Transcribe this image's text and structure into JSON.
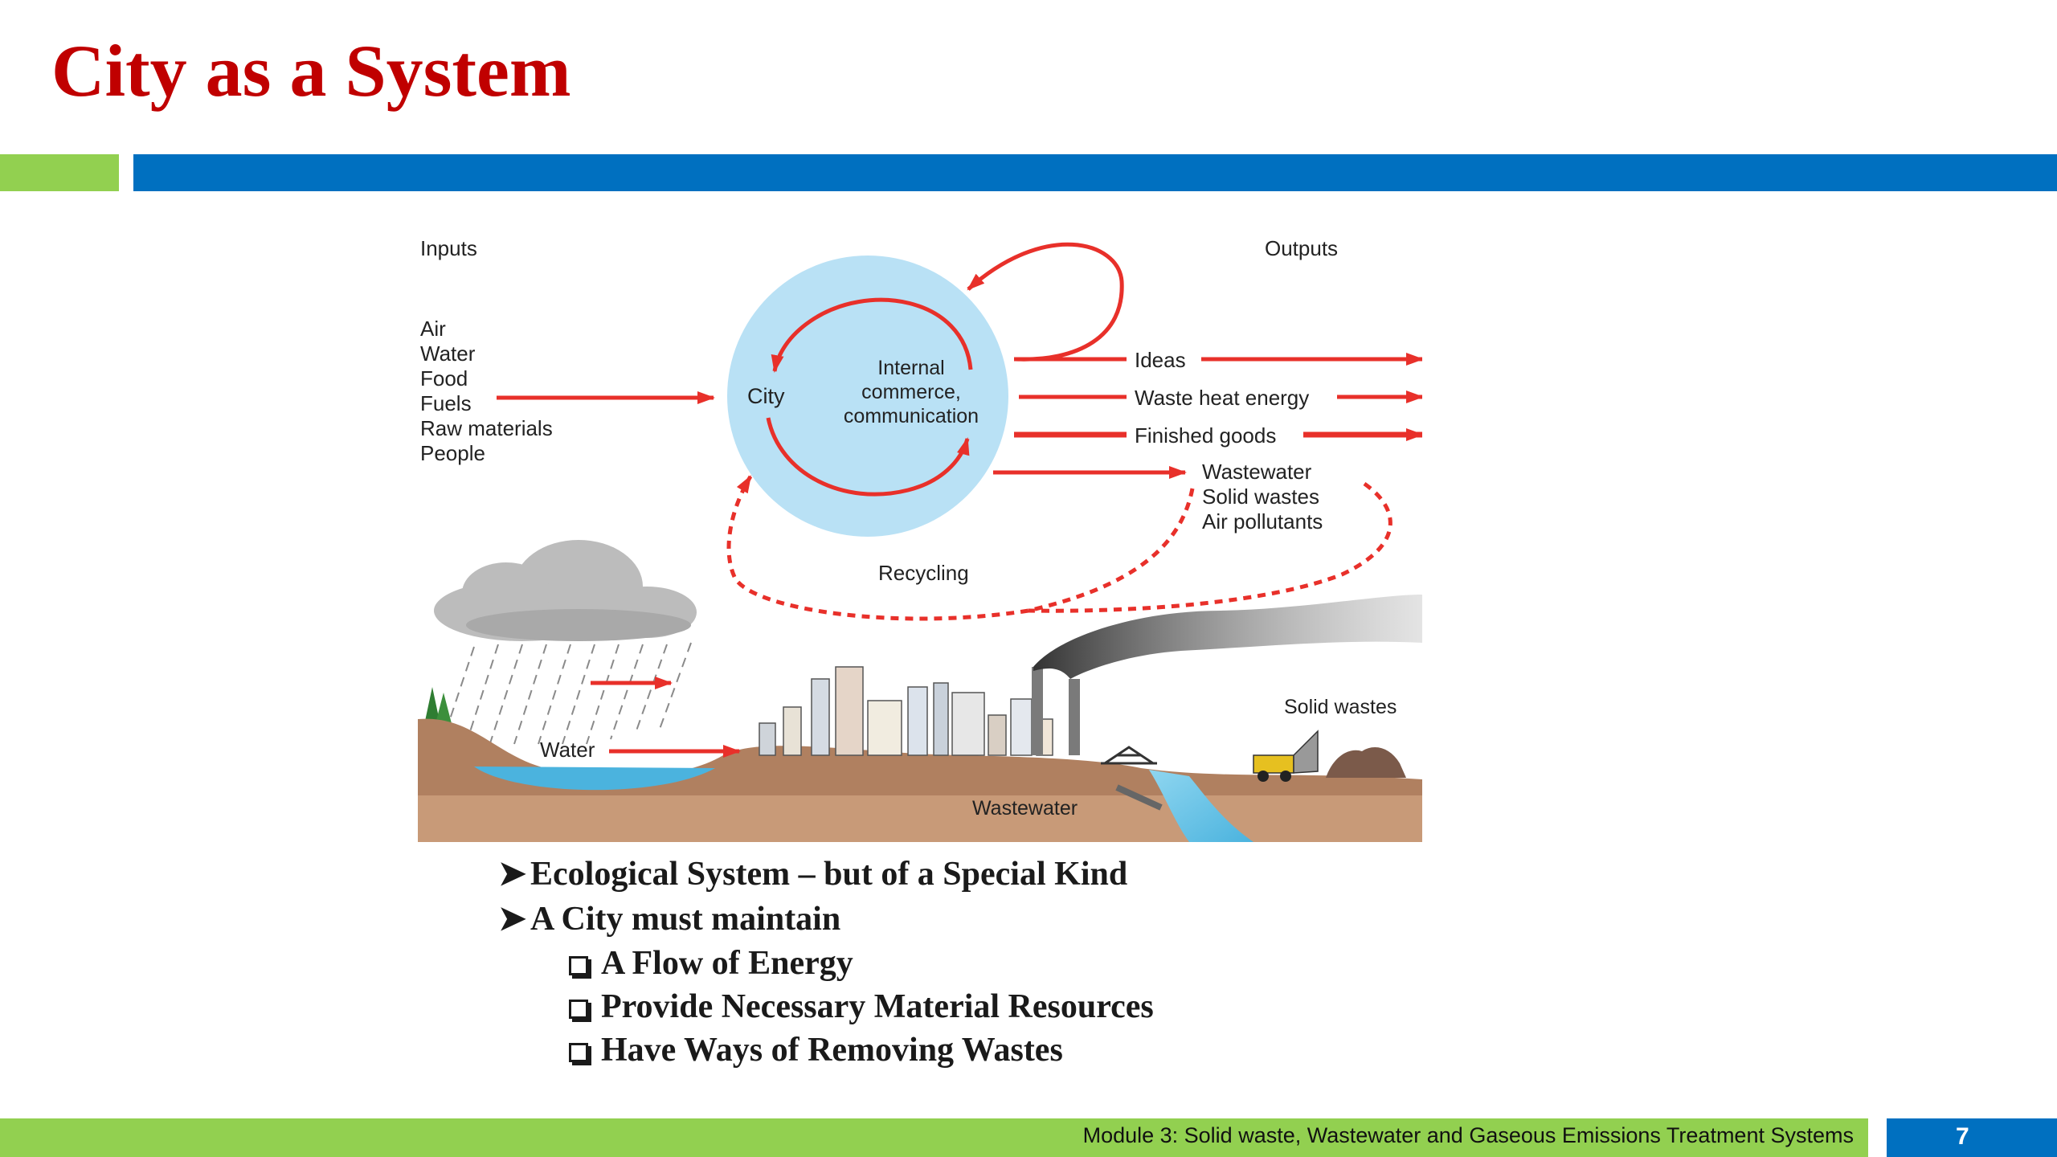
{
  "slide": {
    "title": "City as a System",
    "footer_text": "Module 3: Solid waste, Wastewater and Gaseous Emissions Treatment Systems",
    "page_number": "7"
  },
  "colors": {
    "title": "#c00000",
    "accent_green": "#92d050",
    "accent_blue": "#0070c0",
    "arrow_red": "#e8302a",
    "city_circle": "#b9e1f5"
  },
  "diagram": {
    "inputs_heading": "Inputs",
    "outputs_heading": "Outputs",
    "inputs": [
      "Air",
      "Water",
      "Food",
      "Fuels",
      "Raw materials",
      "People"
    ],
    "city_label": "City",
    "internal_label": [
      "Internal",
      "commerce,",
      "communication"
    ],
    "outputs": [
      "Ideas",
      "Waste heat energy",
      "Finished goods"
    ],
    "wastes": [
      "Wastewater",
      "Solid wastes",
      "Air pollutants"
    ],
    "recycling_label": "Recycling",
    "water_label": "Water",
    "wastewater_label": "Wastewater",
    "solid_wastes_label": "Solid wastes"
  },
  "bullets": [
    "Ecological System – but of a Special Kind",
    "A City must maintain"
  ],
  "sub_bullets": [
    "A Flow of Energy",
    "Provide Necessary Material Resources",
    "Have Ways of Removing Wastes"
  ]
}
